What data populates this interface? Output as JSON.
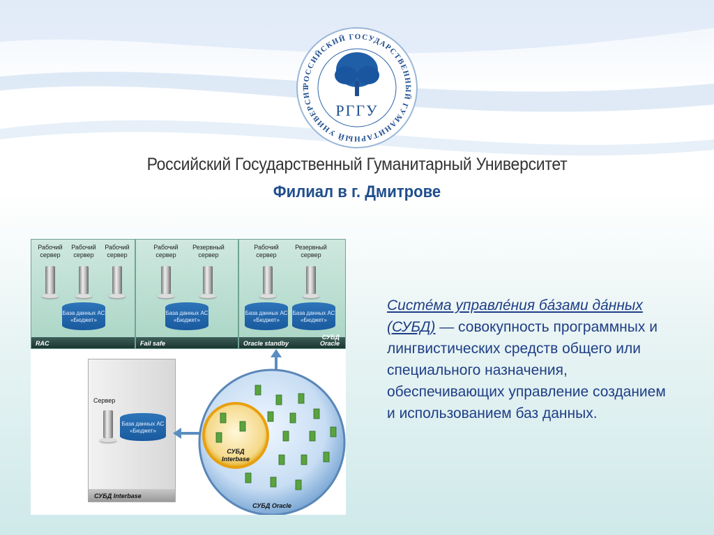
{
  "header": {
    "seal_text": "РОССИЙСКИЙ ГОСУДАРСТВЕННЫЙ ГУМАНИТАРНЫЙ УНИВЕРСИТЕТ",
    "seal_letters": "РГГУ",
    "university": "Российский Государственный Гуманитарный Университет",
    "branch": "Филиал в г. Дмитрове"
  },
  "diagram": {
    "panels": [
      {
        "mode": "RAC",
        "servers": [
          "Рабочий сервер",
          "Рабочий сервер",
          "Рабочий сервер"
        ],
        "dbs": [
          "База данных АС «Бюджет»"
        ]
      },
      {
        "mode": "Fail safe",
        "servers": [
          "Рабочий сервер",
          "Резервный сервер"
        ],
        "dbs": [
          "База данных АС «Бюджет»"
        ]
      },
      {
        "mode": "Oracle standby",
        "mode_right": "СУБД Oracle",
        "servers": [
          "Рабочий сервер",
          "Резервный сервер"
        ],
        "dbs": [
          "База данных АС «Бюджет»",
          "База данных АС «Бюджет»"
        ]
      }
    ],
    "interbase_box": {
      "server_label": "Сервер",
      "db": "База данных АС «Бюджет»",
      "footer": "СУБД Interbase"
    },
    "circle": {
      "inner_label": "СУБД Interbase",
      "outer_label": "СУБД Oracle"
    }
  },
  "text": {
    "term": "Систе́ма управле́ния ба́зами да́нных (СУБД)",
    "definition": " — совокупность программных и лингвистических средств общего или специального назначения, обеспечивающих управление созданием и использованием баз данных."
  },
  "colors": {
    "text_blue": "#1e3e86",
    "branch_blue": "#1f4e8c",
    "seal_blue": "#1f5fa8"
  }
}
